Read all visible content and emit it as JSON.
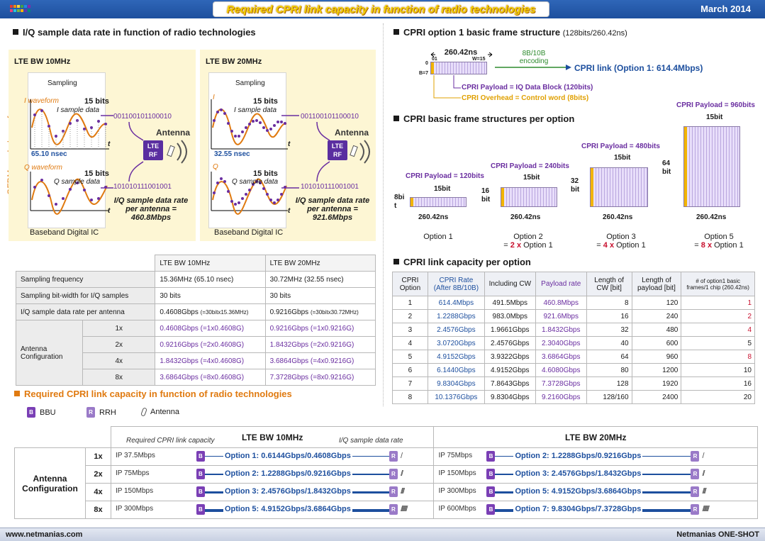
{
  "header": {
    "title": "Required CPRI link capacity in function of radio technologies",
    "date": "March 2014",
    "logo_colors": [
      "#e53935",
      "#fb8c00",
      "#fdd835",
      "#43a047",
      "#1e88e5",
      "#8e24aa",
      "#ec407a",
      "#26c6da",
      "#7cb342",
      "#ffb300",
      "#5e35b1",
      "#00897b"
    ]
  },
  "iq_section": {
    "heading": "I/Q sample data rate in function of radio technologies",
    "ofdm_label": "OFDM symbol waveform",
    "panels": [
      {
        "title": "LTE BW 10MHz",
        "sampling": "Sampling",
        "i_waveform": "I waveform",
        "q_waveform": "Q waveform",
        "bits": "15 bits",
        "i_sample": "I sample data",
        "q_sample": "Q sample data",
        "i_bitstring": "001100101100010",
        "q_bitstring": "101010111001001",
        "period": "65.10 nsec",
        "antenna": "Antenna",
        "lte": "LTE",
        "rf": "RF",
        "rate_line1": "I/Q sample data rate",
        "rate_line2": "per antenna =",
        "rate_value": "460.8Mbps",
        "ic_label": "Baseband Digital IC"
      },
      {
        "title": "LTE BW 20MHz",
        "sampling": "Sampling",
        "i_waveform": "I",
        "q_waveform": "Q",
        "bits": "15 bits",
        "i_sample": "I sample data",
        "q_sample": "Q sample data",
        "i_bitstring": "001100101100010",
        "q_bitstring": "101010111001001",
        "period": "32.55 nsec",
        "antenna": "Antenna",
        "lte": "LTE",
        "rf": "RF",
        "rate_line1": "I/Q sample data rate",
        "rate_line2": "per antenna =",
        "rate_value": "921.6Mbps",
        "ic_label": "Baseband Digital IC"
      }
    ],
    "axis_t": "t"
  },
  "iq_table": {
    "headers": [
      "LTE BW 10MHz",
      "LTE BW 20MHz"
    ],
    "rows": [
      {
        "label": "Sampling frequency",
        "v10": "15.36MHz (65.10 nsec)",
        "v20": "30.72MHz (32.55 nsec)"
      },
      {
        "label": "Sampling bit-width for I/Q samples",
        "v10": "30 bits",
        "v20": "30 bits"
      },
      {
        "label": "I/Q sample data rate per antenna",
        "v10": "0.4608Gbps",
        "v10_note": "(=30bitx15.36MHz)",
        "v20": "0.9216Gbps",
        "v20_note": "(=30bitx30.72MHz)"
      }
    ],
    "antenna_label_1": "Antenna",
    "antenna_label_2": "Configuration",
    "antenna_rows": [
      {
        "mul": "1x",
        "v10": "0.4608Gbps (=1x0.4608G)",
        "v20": "0.9216Gbps (=1x0.9216G)"
      },
      {
        "mul": "2x",
        "v10": "0.9216Gbps (=2x0.4608G)",
        "v20": "1.8432Gbps (=2x0.9216G)"
      },
      {
        "mul": "4x",
        "v10": "1.8432Gbps (=4x0.4608G)",
        "v20": "3.6864Gbps (=4x0.9216G)"
      },
      {
        "mul": "8x",
        "v10": "3.6864Gbps (=8x0.4608G)",
        "v20": "7.3728Gbps (=8x0.9216G)"
      }
    ]
  },
  "cpri_basic": {
    "heading": "CPRI option 1 basic frame structure",
    "heading_note": "(128bits/260.42ns)",
    "duration": "260.42ns",
    "w0": "0",
    "w1": "01",
    "w15": "W=15",
    "b0": "0",
    "b7": "B=7",
    "encoding_1": "8B/10B",
    "encoding_2": "encoding",
    "link_label": "CPRI link (Option 1: 614.4Mbps)",
    "payload_note": "CPRI Payload = IQ Data Block (120bits)",
    "overhead_note": "CPRI Overhead = Control word (8bits)"
  },
  "frames": {
    "heading": "CPRI basic frame structures per option",
    "items": [
      {
        "payload": "CPRI Payload = 120bits",
        "width_bits": "15bit",
        "height_bits": "8bi\nt",
        "duration": "260.42ns",
        "option": "Option 1",
        "mul": "",
        "mul_rest": ""
      },
      {
        "payload": "CPRI Payload = 240bits",
        "width_bits": "15bit",
        "height_bits": "16\nbit",
        "duration": "260.42ns",
        "option": "Option 2",
        "mul": "2 x",
        "mul_rest": " Option 1"
      },
      {
        "payload": "CPRI Payload = 480bits",
        "width_bits": "15bit",
        "height_bits": "32\nbit",
        "duration": "260.42ns",
        "option": "Option 3",
        "mul": "4 x",
        "mul_rest": " Option 1"
      },
      {
        "payload": "CPRI Payload = 960bits",
        "width_bits": "15bit",
        "height_bits": "64\nbit",
        "duration": "260.42ns",
        "option": "Option 5",
        "mul": "8 x",
        "mul_rest": " Option 1"
      }
    ]
  },
  "capacity": {
    "heading": "CPRI link capacity per option",
    "headers": [
      "CPRI Option",
      "CPRI Rate (After 8B/10B)",
      "Including CW",
      "Payload rate",
      "Length of CW [bit]",
      "Length of payload [bit]",
      "# of option1 basic frames/1 chip (260.42ns)"
    ],
    "rows": [
      [
        "1",
        "614.4Mbps",
        "491.5Mbps",
        "460.8Mbps",
        "8",
        "120",
        "1"
      ],
      [
        "2",
        "1.2288Gbps",
        "983.0Mbps",
        "921.6Mbps",
        "16",
        "240",
        "2"
      ],
      [
        "3",
        "2.4576Gbps",
        "1.9661Gbps",
        "1.8432Gbps",
        "32",
        "480",
        "4"
      ],
      [
        "4",
        "3.0720Gbps",
        "2.4576Gbps",
        "2.3040Gbps",
        "40",
        "600",
        "5"
      ],
      [
        "5",
        "4.9152Gbps",
        "3.9322Gbps",
        "3.6864Gbps",
        "64",
        "960",
        "8"
      ],
      [
        "6",
        "6.1440Gbps",
        "4.9152Gbps",
        "4.6080Gbps",
        "80",
        "1200",
        "10"
      ],
      [
        "7",
        "9.8304Gbps",
        "7.8643Gbps",
        "7.3728Gbps",
        "128",
        "1920",
        "16"
      ],
      [
        "8",
        "10.1376Gbps",
        "9.8304Gbps",
        "9.2160Gbps",
        "128/160",
        "2400",
        "20"
      ]
    ]
  },
  "required": {
    "heading": "Required CPRI link capacity in function of radio technologies",
    "legend": {
      "bbu": "BBU",
      "rrh": "RRH",
      "antenna": "Antenna",
      "b": "B",
      "r": "R"
    },
    "note_left": "Required CPRI link capacity",
    "note_right": "I/Q sample data rate",
    "bw10": "LTE BW 10MHz",
    "bw20": "LTE BW 20MHz",
    "cfg_1": "Antenna",
    "cfg_2": "Configuration",
    "rows": [
      {
        "mul": "1x",
        "ip10": "IP 37.5Mbps",
        "opt10": "Option 1: 0.6144Gbps/0.4608Gbps",
        "ip20": "IP 75Mbps",
        "opt20": "Option 2: 1.2288Gbps/0.9216Gbps",
        "ant": "/"
      },
      {
        "mul": "2x",
        "ip10": "IP 75Mbps",
        "opt10": "Option 2: 1.2288Gbps/0.9216Gbps",
        "ip20": "IP 150Mbps",
        "opt20": "Option 3: 2.4576Gbps/1.8432Gbps",
        "ant": "//"
      },
      {
        "mul": "4x",
        "ip10": "IP 150Mbps",
        "opt10": "Option 3: 2.4576Gbps/1.8432Gbps",
        "ip20": "IP 300Mbps",
        "opt20": "Option 5: 4.9152Gbps/3.6864Gbps",
        "ant": "////"
      },
      {
        "mul": "8x",
        "ip10": "IP 300Mbps",
        "opt10": "Option 5: 4.9152Gbps/3.6864Gbps",
        "ip20": "IP 600Mbps",
        "opt20": "Option 7: 9.8304Gbps/7.3728Gbps",
        "ant": "////////"
      }
    ]
  },
  "footer": {
    "left": "www.netmanias.com",
    "right": "Netmanias ONE-SHOT"
  }
}
